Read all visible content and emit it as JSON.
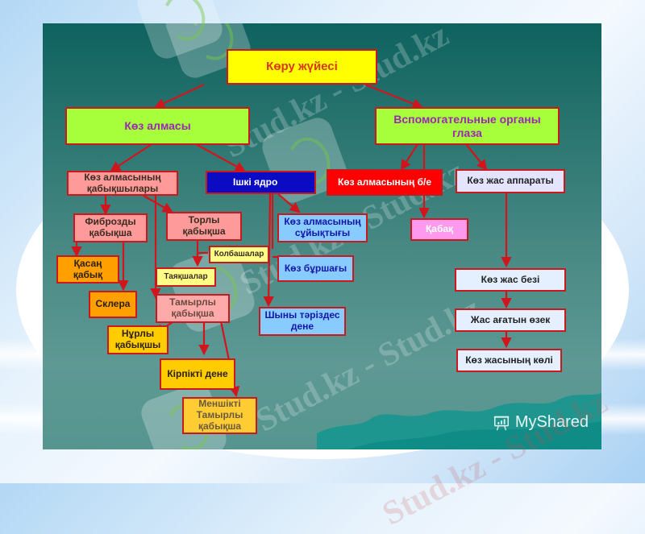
{
  "diagram": {
    "title": "Көру жүйесі",
    "level1": {
      "left": "Көз алмасы",
      "right": "Вспомогательные органы глаза"
    },
    "eyeball_branch": {
      "membranes": "Көз алмасының қабықшылары",
      "inner_core": "Ішкі ядро",
      "fibrous": "Фиброзды қабықша",
      "cornea": "Қасаң қабық",
      "sclera": "Склера",
      "retina": "Торлы қабықша",
      "cones": "Колбашалар",
      "rods": "Таяқшалар",
      "vascular": "Тамырлы қабықша",
      "iris": "Нұрлы қабықшы",
      "ciliary_body": "Кірпікті дене",
      "choroid": "Меншікті Тамырлы қабықша",
      "aqueous_humor": "Көз алмасының сұйықтығы",
      "lens": "Көз бұршағы",
      "vitreous_body": "Шыны тәріздес дене"
    },
    "accessory_branch": {
      "muscles": "Көз алмасының б/е",
      "eyelid": "Қабақ",
      "lacrimal_apparatus": "Көз жас аппараты",
      "lacrimal_gland": "Көз жас безі",
      "lacrimal_duct": "Жас ағатын өзек",
      "lacrimal_lake": "Көз жасының көлі"
    }
  },
  "branding": {
    "logo_text": "MyShared",
    "watermark_text": "Stud.kz - Stud.kz"
  },
  "colors": {
    "slide_bg_top": "#0e625f",
    "slide_bg_bottom": "#5e9994",
    "connector": "#d0161c",
    "box_border": "#c8191e",
    "title_fill": "#ffff00",
    "level1_fill": "#a6ff3a"
  }
}
